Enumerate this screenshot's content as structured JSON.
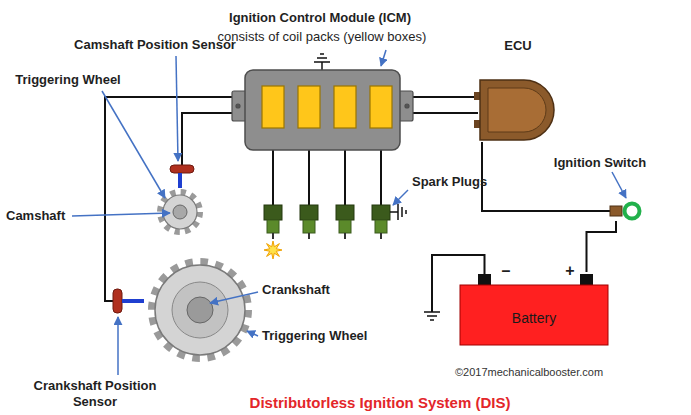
{
  "diagram": {
    "caption": "Distributorless Ignition System (DIS)",
    "nodes": [
      {
        "text": [
          "Ignition Control Module (ICM)",
          "consists of coil packs (yellow boxes)"
        ]
      },
      {
        "text": [
          "ECU"
        ]
      },
      {
        "text": [
          "Ignition Switch"
        ]
      },
      {
        "text": [
          "Battery"
        ]
      }
    ],
    "edges": [
      {
        "from": 0,
        "to": 1,
        "arrow": "none"
      },
      {
        "from": 0,
        "to": 1,
        "arrow": "none"
      },
      {
        "from": 1,
        "to": 2,
        "arrow": "none"
      },
      {
        "from": 2,
        "to": 3,
        "arrow": "none"
      }
    ],
    "labels": [
      "Camshaft Position Sensor",
      "Triggering Wheel",
      "Camshaft",
      "Crankshaft",
      "Triggering Wheel",
      "Crankshaft Position Sensor",
      "Spark Plugs",
      "–",
      "+",
      "©2017mechanicalbooster.com"
    ]
  }
}
